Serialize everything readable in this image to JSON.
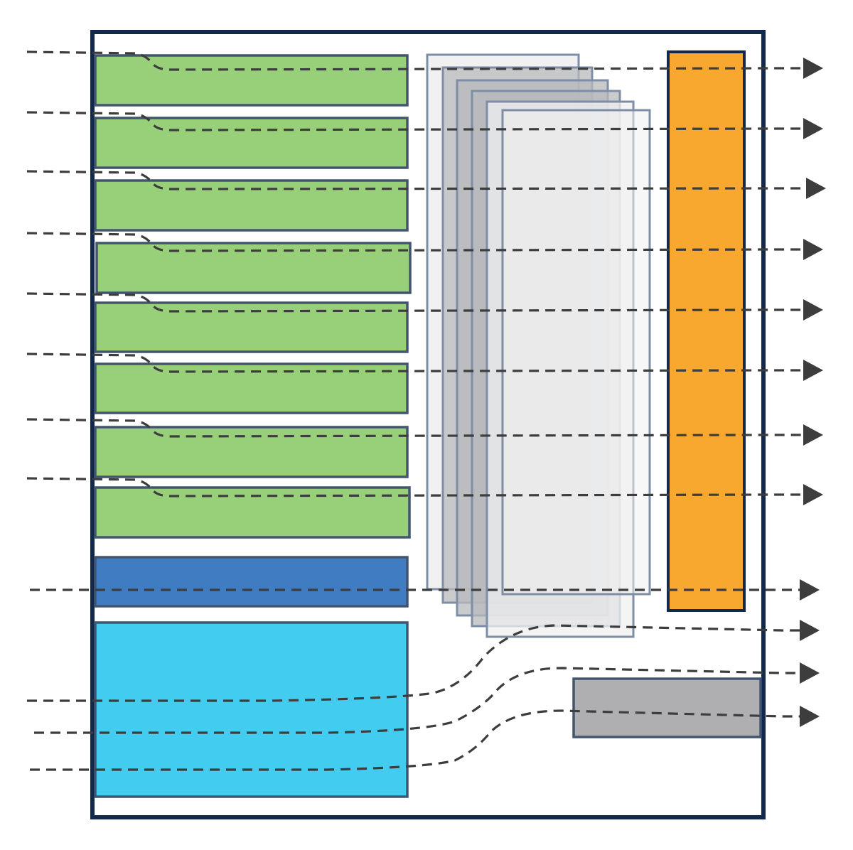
{
  "colors": {
    "background": "#ffffff",
    "frame_stroke": "#13294b",
    "block_stroke": "#43546f",
    "green_block": "#98d07a",
    "blue_block": "#3f7cc2",
    "cyan_block": "#42cdf0",
    "orange_block": "#f8a82f",
    "gray_block": "#afafb1",
    "stack_layer_light": "#f0f0f1",
    "stack_layer_dark": "#b8b9bc",
    "stack_stroke": "#7d8ea6",
    "flow_line": "#3d3d3d",
    "arrow_head": "#3d3d3d"
  },
  "icons": {
    "flow_arrow": "right-pointing-triangle-icon"
  },
  "diagram": {
    "text": [],
    "green_block_count": 8,
    "stack_layer_count": 6,
    "output_arrow_count": 12
  }
}
